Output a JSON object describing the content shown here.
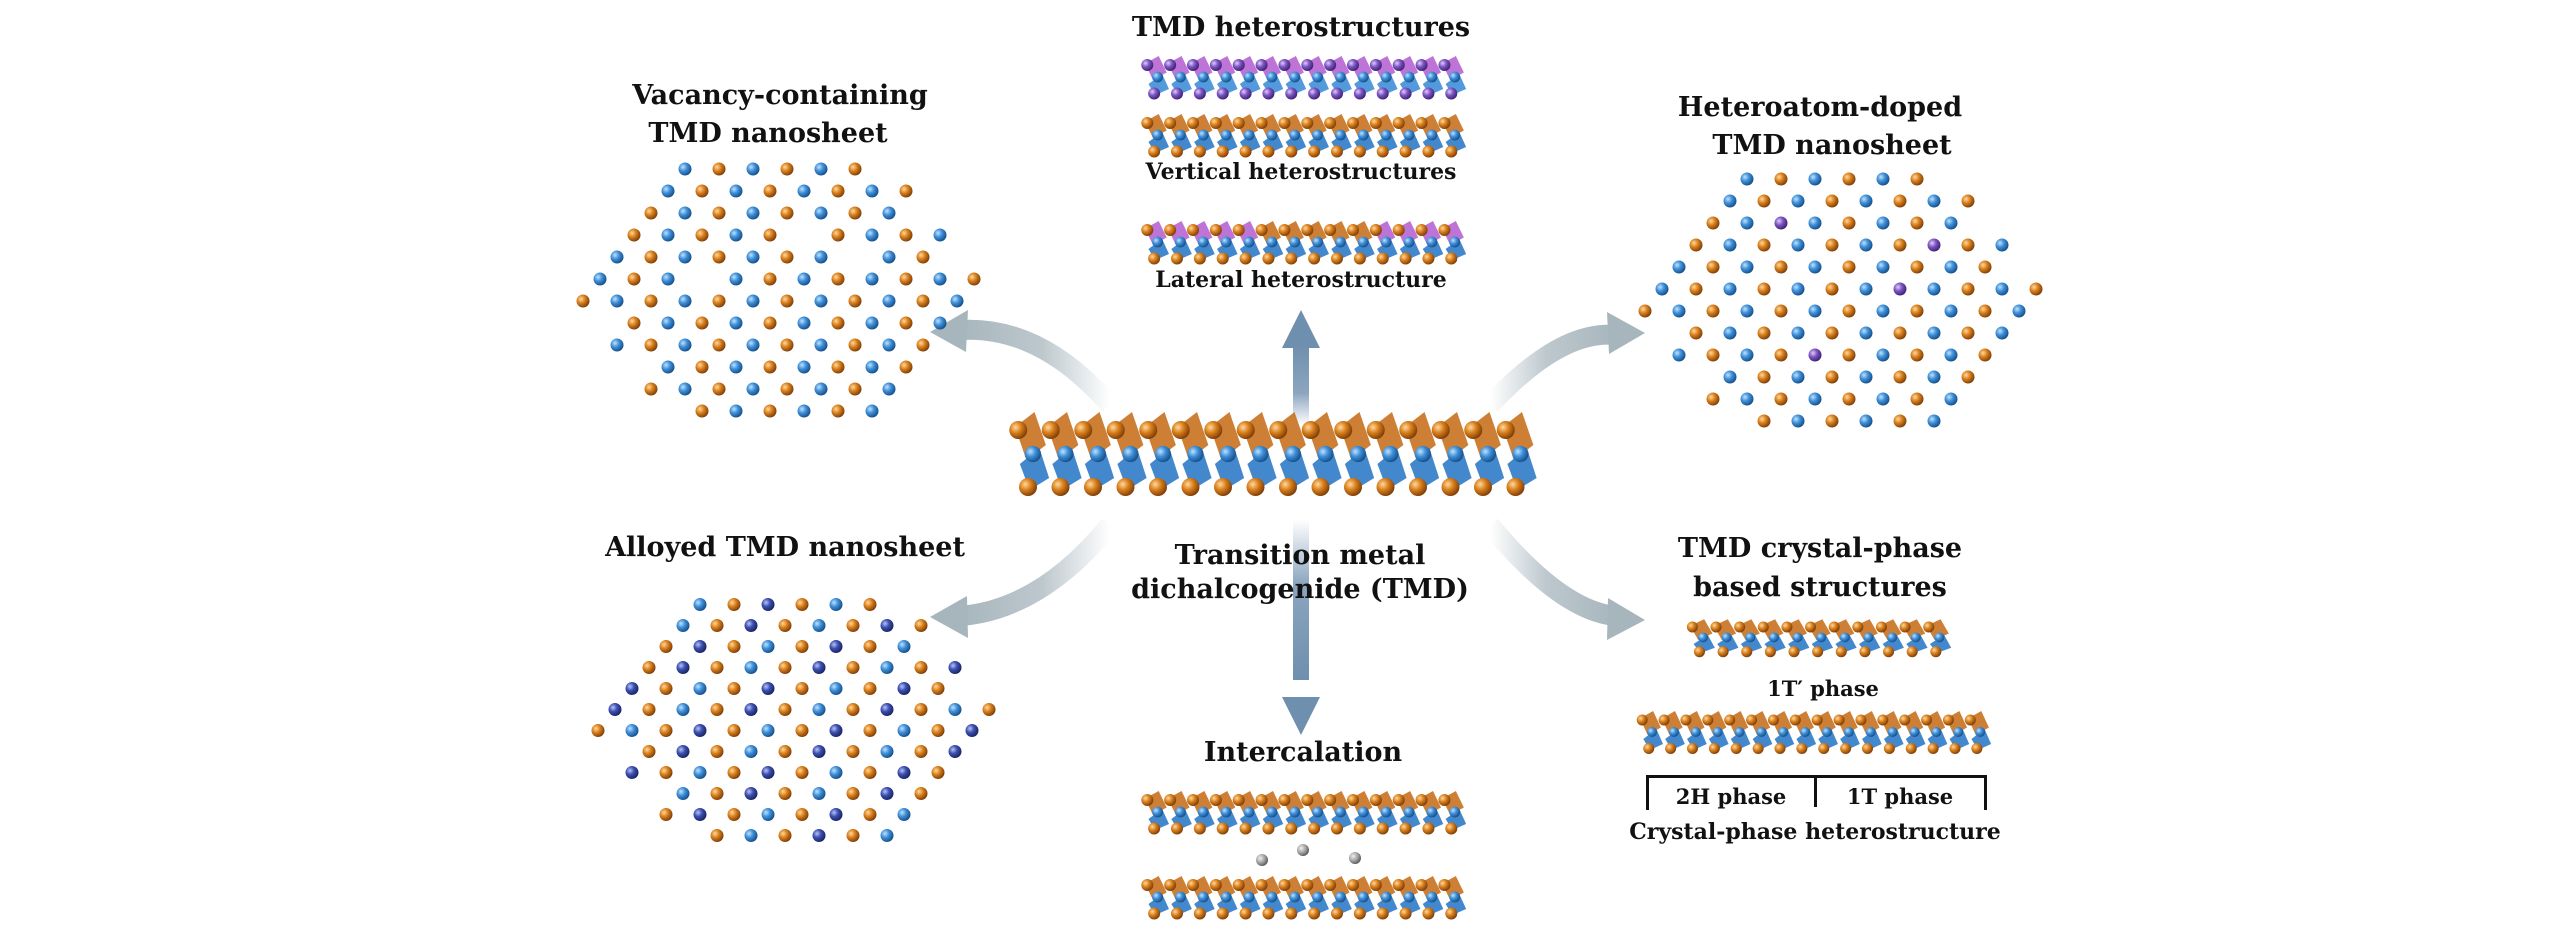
{
  "center": {
    "label_line1": "Transition metal",
    "label_line2": "dichalcogenide (TMD)"
  },
  "top": {
    "title": "TMD heterostructures",
    "vertical_label": "Vertical heterostructures",
    "lateral_label": "Lateral heterostructure"
  },
  "top_left": {
    "title_line1": "Vacancy-containing",
    "title_line2": "TMD nanosheet"
  },
  "top_right": {
    "title_line1": "Heteroatom-doped",
    "title_line2": "TMD nanosheet"
  },
  "bottom_left": {
    "title": "Alloyed TMD nanosheet"
  },
  "bottom": {
    "title": "Intercalation"
  },
  "bottom_right": {
    "title_line1": "TMD crystal-phase",
    "title_line2": "based structures",
    "phase_1t_prime": "1T′ phase",
    "phase_2h": "2H phase",
    "phase_1t": "1T phase",
    "heterostructure_label": "Crystal-phase heterostructure"
  },
  "colors": {
    "metal_atom": "#3f8fd8",
    "chalcogen_atom": "#d9801c",
    "dopant_atom": "#7c55c2",
    "alloy_atom": "#3b4fb0",
    "hetero_layer": "#b35ad0",
    "arrow": "#a7b6bd",
    "arrow_vertical": "#6f8fae",
    "bond": "#1f5fa0"
  }
}
